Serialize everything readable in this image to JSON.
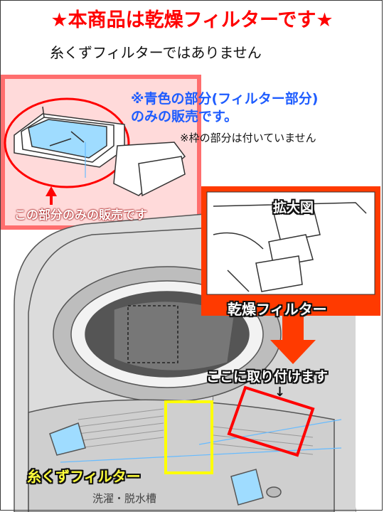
{
  "header": {
    "headline": "★本商品は乾燥フィルターです★",
    "subline": "糸くずフィルターではありません"
  },
  "product_box": {
    "sale_note_line1": "※青色の部分(フィルター部分)",
    "sale_note_line2": "のみの販売です。",
    "frame_note": "※枠の部分は付いていません",
    "caption": "この部分のみの販売です"
  },
  "zoom_panel": {
    "title": "拡大図",
    "label": "乾燥フィルター"
  },
  "callouts": {
    "attach_here": "ここに取り付けます",
    "arrow": "↓",
    "lint_filter": "糸くずフィルター",
    "tub_label": "洗濯・脱水槽"
  },
  "colors": {
    "accent_red": "#ff0000",
    "pink_box": "#ff6e6e",
    "filter_blue": "#8fd4ff",
    "highlight_yellow": "#ffff00",
    "note_blue": "#1e5cff"
  }
}
